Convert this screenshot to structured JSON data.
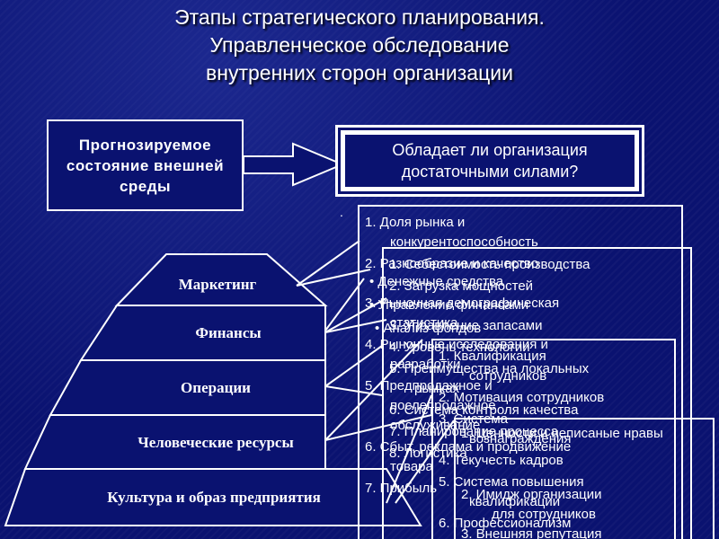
{
  "title": {
    "line1": "Этапы стратегического планирования.",
    "line2": "Управленческое обследование",
    "line3": "внутренних сторон организации"
  },
  "outer_box": {
    "line1": "Прогнозируемое",
    "line2": "состояние внешней",
    "line3": "среды"
  },
  "question_box": {
    "line1": "Обладает ли организация",
    "line2": "достаточными силами?"
  },
  "pyramid": {
    "tiers": [
      "Маркетинг",
      "Финансы",
      "Операции",
      "Человеческие ресурсы",
      "Культура и образ предприятия"
    ]
  },
  "marketing_panel": {
    "items": [
      "1.  Доля рынка и",
      "конкурентоспособность",
      "2.  Разнообразие и качество",
      "3.  Рыночная демографическая",
      "статистика",
      "4.  Рыночные исследования и",
      "разработки",
      "5.  Предпродажное и",
      "послепродажное",
      "обслуживание",
      "6.  Сбыт, реклама и продвижение",
      "товара",
      "7.  Прибыль"
    ]
  },
  "finance_panel": {
    "items": [
      "• Денежные средства",
      "• Управление финансами",
      "• Анализ фондов"
    ]
  },
  "operations_panel": {
    "items": [
      "1.  Себестоимость производства",
      "2.  Загрузка мощностей",
      "3.  Управление запасами",
      "4.  Уровень технологии",
      "5.  Преимущества на локальных",
      "рынках",
      "6.  Система контроля качества",
      "7.  Планирование процесса",
      "8.  Логистика"
    ]
  },
  "hr_panel": {
    "items": [
      "1.  Квалификация",
      "сотрудников",
      "2.  Мотивация сотрудников",
      "3.  Система",
      "вознаграждения",
      "4.  Текучесть кадров",
      "5.  Система повышения",
      "квалификации",
      "6.  Профессионализм"
    ]
  },
  "culture_panel": {
    "items": [
      "1.  Ценности и неписаные нравы",
      "2.  Имидж организации",
      "для сотрудников",
      "3.  Внешняя репутация"
    ]
  },
  "extra": {
    "dot": "."
  },
  "colors": {
    "background": "#0a1270",
    "line": "#ffffff"
  }
}
